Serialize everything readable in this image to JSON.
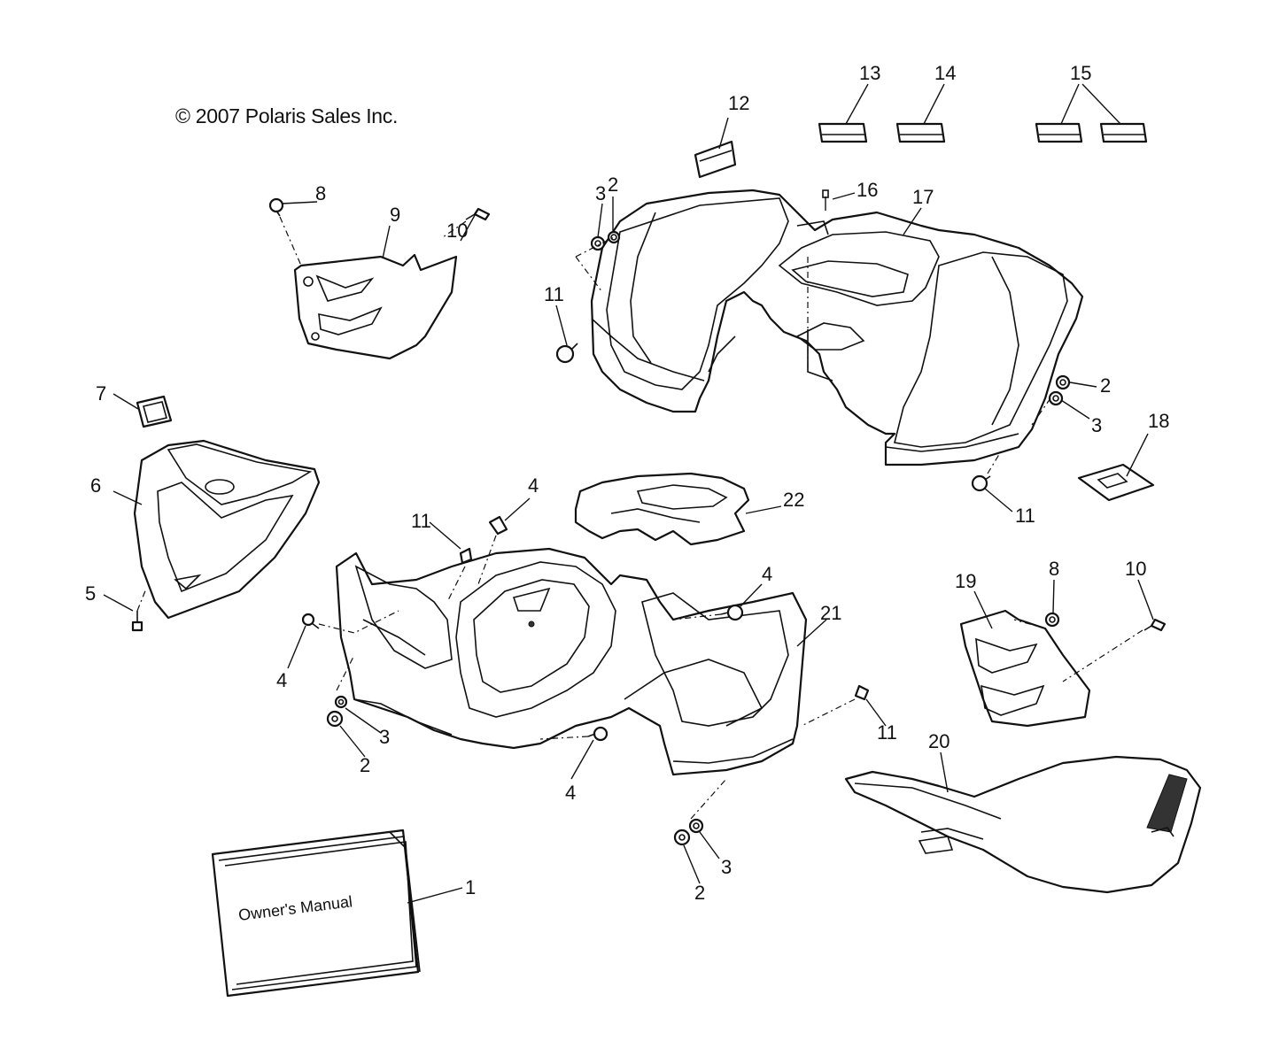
{
  "copyright": "© 2007 Polaris Sales Inc.",
  "manual_label": "Owner's Manual",
  "callouts": [
    "1",
    "2",
    "3",
    "4",
    "5",
    "6",
    "7",
    "8",
    "9",
    "10",
    "11",
    "12",
    "13",
    "14",
    "15",
    "16",
    "17",
    "18",
    "19",
    "20",
    "21",
    "22"
  ]
}
